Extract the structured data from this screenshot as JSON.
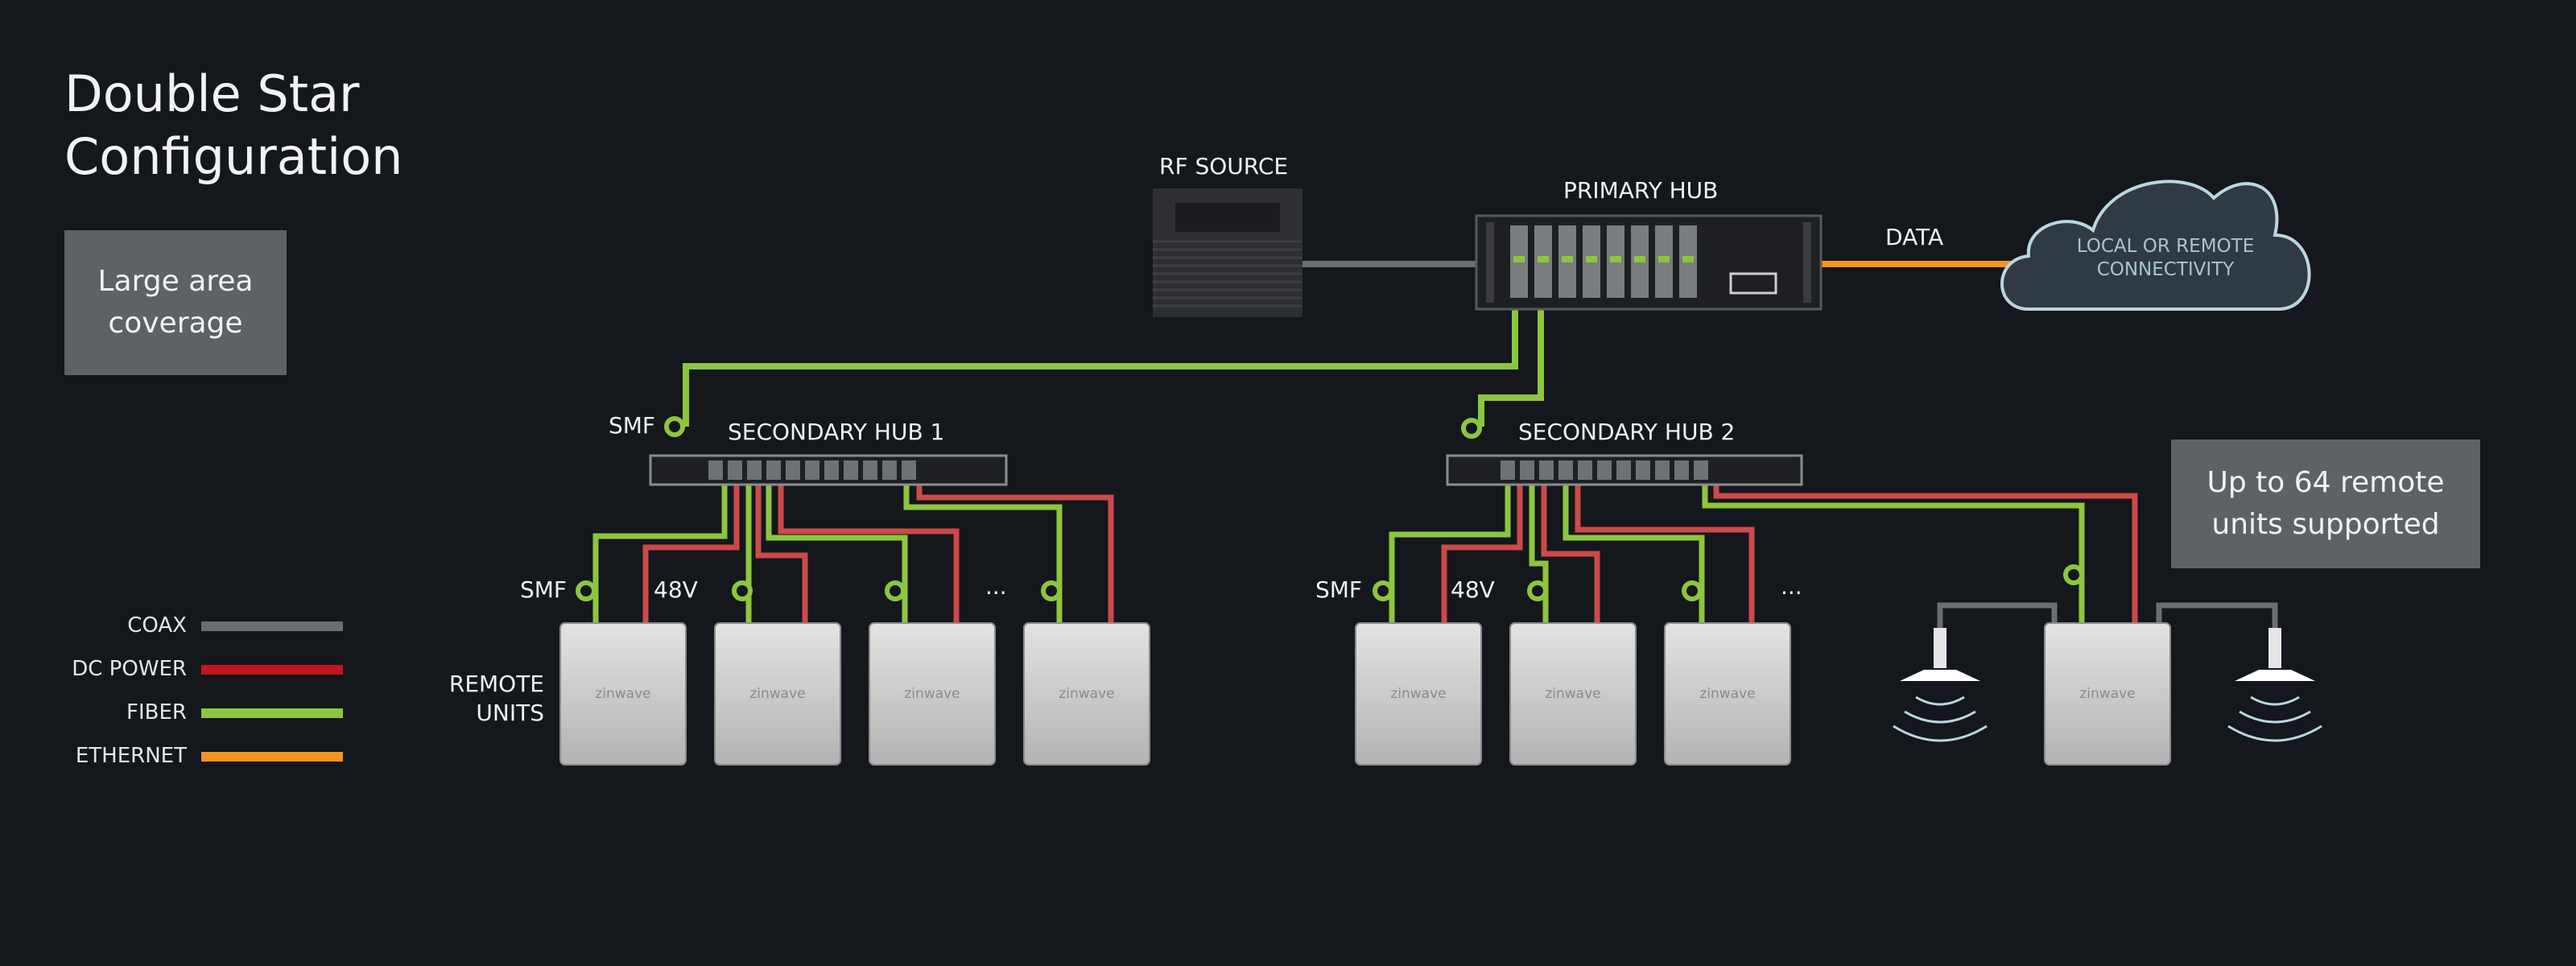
{
  "title": {
    "line1": "Double Star",
    "line2": "Configuration"
  },
  "notes": {
    "large_area": {
      "line1": "Large area",
      "line2": "coverage"
    },
    "remote_units": {
      "line1": "Up to 64 remote",
      "line2": "units supported"
    }
  },
  "labels": {
    "rf_source": "RF SOURCE",
    "primary_hub": "PRIMARY HUB",
    "data": "DATA",
    "cloud_line1": "LOCAL OR REMOTE",
    "cloud_line2": "CONNECTIVITY",
    "secondary_hub_1": "SECONDARY HUB 1",
    "secondary_hub_2": "SECONDARY HUB 2",
    "smf": "SMF",
    "v48": "48V",
    "ellipsis": "...",
    "remote_units_line1": "REMOTE",
    "remote_units_line2": "UNITS",
    "unit_brand": "zinwave"
  },
  "legend": [
    {
      "label": "COAX",
      "color": "#6b6d70"
    },
    {
      "label": "DC POWER",
      "color": "#c4161c"
    },
    {
      "label": "FIBER",
      "color": "#8cc63f"
    },
    {
      "label": "ETHERNET",
      "color": "#f7941d"
    }
  ],
  "colors": {
    "fiber": "#8cc63f",
    "power": "#cc4a4a",
    "coax": "#6b6d70",
    "ethernet": "#f7941d",
    "cloud_stroke": "#b9d7df"
  }
}
